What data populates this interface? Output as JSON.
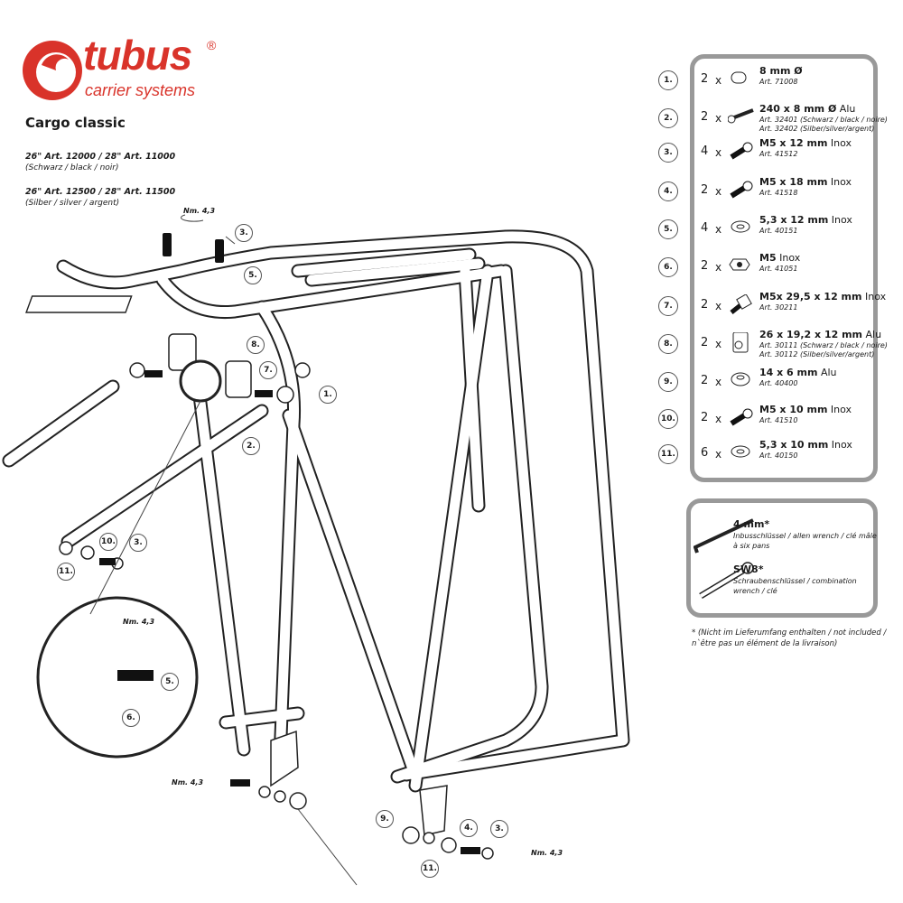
{
  "brand": {
    "name": "tubus",
    "tagline": "carrier systems",
    "registered": "®",
    "color": "#d9332a"
  },
  "product": {
    "title": "Cargo classic",
    "variants": [
      {
        "articles": "26\" Art. 12000 / 28\" Art. 11000",
        "finish": "(Schwarz / black / noir)"
      },
      {
        "articles": "26\" Art. 12500 / 28\" Art. 11500",
        "finish": "(Silber / silver / argent)"
      }
    ]
  },
  "parts": [
    {
      "num": "1.",
      "qty": "2",
      "x": "x",
      "icon": "end-cap-icon",
      "title": "8 mm Ø",
      "suffix": "",
      "arts": [
        "Art. 71008"
      ]
    },
    {
      "num": "2.",
      "qty": "2",
      "x": "x",
      "icon": "strut-rod-icon",
      "title": "240 x 8 mm Ø",
      "suffix": " Alu",
      "arts": [
        "Art. 32401 (Schwarz / black / noire)",
        "Art. 32402 (Silber/silver/argent)"
      ]
    },
    {
      "num": "3.",
      "qty": "4",
      "x": "x",
      "icon": "bolt-icon",
      "title": "M5 x 12 mm",
      "suffix": " Inox",
      "arts": [
        "Art. 41512"
      ]
    },
    {
      "num": "4.",
      "qty": "2",
      "x": "x",
      "icon": "bolt-icon",
      "title": "M5 x 18 mm",
      "suffix": " Inox",
      "arts": [
        "Art. 41518"
      ]
    },
    {
      "num": "5.",
      "qty": "4",
      "x": "x",
      "icon": "washer-icon",
      "title": "5,3 x 12 mm",
      "suffix": " Inox",
      "arts": [
        "Art. 40151"
      ]
    },
    {
      "num": "6.",
      "qty": "2",
      "x": "x",
      "icon": "nut-icon",
      "title": "M5",
      "suffix": " Inox",
      "arts": [
        "Art. 41051"
      ]
    },
    {
      "num": "7.",
      "qty": "2",
      "x": "x",
      "icon": "eye-bolt-icon",
      "title": "M5x 29,5 x 12 mm",
      "suffix": " Inox",
      "arts": [
        "Art. 30211"
      ]
    },
    {
      "num": "8.",
      "qty": "2",
      "x": "x",
      "icon": "clamp-block-icon",
      "title": "26 x 19,2 x 12 mm",
      "suffix": " Alu",
      "arts": [
        "Art. 30111 (Schwarz / black / noire)",
        "Art. 30112 (Silber/silver/argent)"
      ]
    },
    {
      "num": "9.",
      "qty": "2",
      "x": "x",
      "icon": "spacer-icon",
      "title": "14 x 6 mm",
      "suffix": " Alu",
      "arts": [
        "Art. 40400"
      ]
    },
    {
      "num": "10.",
      "qty": "2",
      "x": "x",
      "icon": "bolt-icon",
      "title": "M5 x 10 mm",
      "suffix": " Inox",
      "arts": [
        "Art. 41510"
      ]
    },
    {
      "num": "11.",
      "qty": "6",
      "x": "x",
      "icon": "washer-icon",
      "title": "5,3 x 10 mm",
      "suffix": " Inox",
      "arts": [
        "Art. 40150"
      ]
    }
  ],
  "tools": [
    {
      "icon": "allen-wrench-icon",
      "title": "4 mm*",
      "desc": "Inbusschlüssel / allen wrench / clé mâle à six pans"
    },
    {
      "icon": "combination-wrench-icon",
      "title": "SW8*",
      "desc": "Schraubenschlüssel / combination wrench / clé"
    }
  ],
  "note": "* (Nicht im Lieferumfang enthalten / not included / n`être pas un élément de la livraison)",
  "diagram": {
    "callouts": [
      "3.",
      "5.",
      "8.",
      "7.",
      "1.",
      "2.",
      "10.",
      "3.",
      "11.",
      "5.",
      "6.",
      "9.",
      "4.",
      "3.",
      "11."
    ],
    "torque": "Nm. 4,3"
  }
}
